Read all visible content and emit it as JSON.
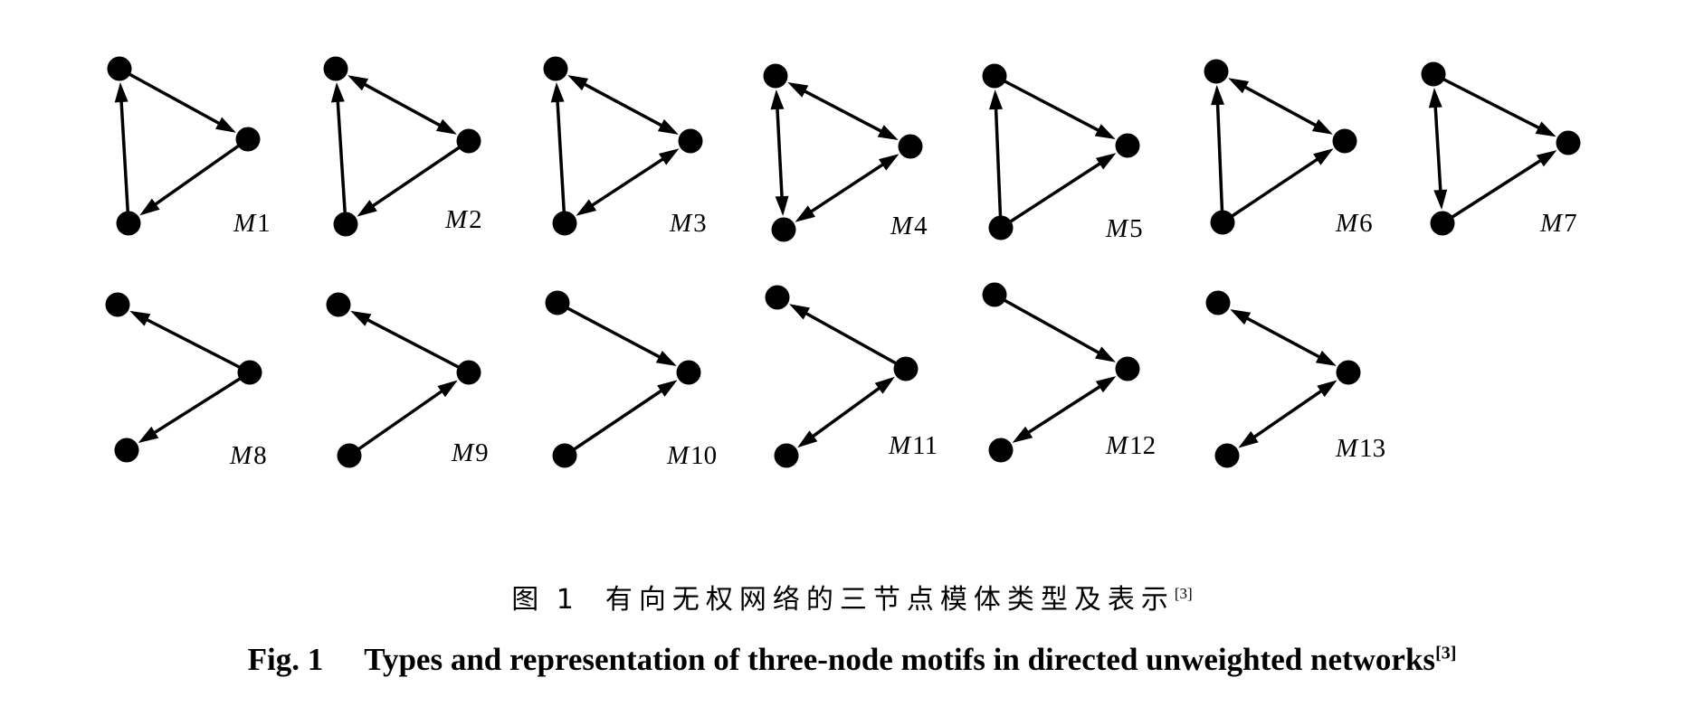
{
  "colors": {
    "ink": "#000000",
    "background": "#ffffff"
  },
  "motifs": [
    {
      "label": "M1",
      "edges": [
        {
          "from": 0,
          "to": 1,
          "bidirectional": false
        },
        {
          "from": 1,
          "to": 2,
          "bidirectional": false
        },
        {
          "from": 2,
          "to": 0,
          "bidirectional": false
        }
      ]
    },
    {
      "label": "M2",
      "edges": [
        {
          "from": 0,
          "to": 1,
          "bidirectional": true
        },
        {
          "from": 1,
          "to": 2,
          "bidirectional": false
        },
        {
          "from": 2,
          "to": 0,
          "bidirectional": false
        }
      ]
    },
    {
      "label": "M3",
      "edges": [
        {
          "from": 0,
          "to": 1,
          "bidirectional": true
        },
        {
          "from": 1,
          "to": 2,
          "bidirectional": true
        },
        {
          "from": 2,
          "to": 0,
          "bidirectional": false
        }
      ]
    },
    {
      "label": "M4",
      "edges": [
        {
          "from": 0,
          "to": 1,
          "bidirectional": true
        },
        {
          "from": 1,
          "to": 2,
          "bidirectional": true
        },
        {
          "from": 2,
          "to": 0,
          "bidirectional": true
        }
      ]
    },
    {
      "label": "M5",
      "edges": [
        {
          "from": 0,
          "to": 1,
          "bidirectional": false
        },
        {
          "from": 2,
          "to": 1,
          "bidirectional": false
        },
        {
          "from": 2,
          "to": 0,
          "bidirectional": false
        }
      ]
    },
    {
      "label": "M6",
      "edges": [
        {
          "from": 0,
          "to": 1,
          "bidirectional": true
        },
        {
          "from": 2,
          "to": 1,
          "bidirectional": false
        },
        {
          "from": 2,
          "to": 0,
          "bidirectional": false
        }
      ]
    },
    {
      "label": "M7",
      "edges": [
        {
          "from": 0,
          "to": 1,
          "bidirectional": false
        },
        {
          "from": 2,
          "to": 1,
          "bidirectional": false
        },
        {
          "from": 0,
          "to": 2,
          "bidirectional": true
        }
      ]
    },
    {
      "label": "M8",
      "edges": [
        {
          "from": 1,
          "to": 0,
          "bidirectional": false
        },
        {
          "from": 1,
          "to": 2,
          "bidirectional": false
        }
      ]
    },
    {
      "label": "M9",
      "edges": [
        {
          "from": 1,
          "to": 0,
          "bidirectional": false
        },
        {
          "from": 2,
          "to": 1,
          "bidirectional": false
        }
      ]
    },
    {
      "label": "M10",
      "edges": [
        {
          "from": 0,
          "to": 1,
          "bidirectional": false
        },
        {
          "from": 2,
          "to": 1,
          "bidirectional": false
        }
      ]
    },
    {
      "label": "M11",
      "edges": [
        {
          "from": 1,
          "to": 0,
          "bidirectional": false
        },
        {
          "from": 1,
          "to": 2,
          "bidirectional": true
        }
      ]
    },
    {
      "label": "M12",
      "edges": [
        {
          "from": 0,
          "to": 1,
          "bidirectional": false
        },
        {
          "from": 1,
          "to": 2,
          "bidirectional": true
        }
      ]
    },
    {
      "label": "M13",
      "edges": [
        {
          "from": 0,
          "to": 1,
          "bidirectional": true
        },
        {
          "from": 1,
          "to": 2,
          "bidirectional": true
        }
      ]
    }
  ],
  "caption": {
    "zh": {
      "label": "图 1",
      "title": "有向无权网络的三节点模体类型及表示",
      "ref": "[3]"
    },
    "en": {
      "label": "Fig. 1",
      "title": "Types and representation of three-node motifs in directed unweighted networks",
      "ref": "[3]"
    }
  }
}
